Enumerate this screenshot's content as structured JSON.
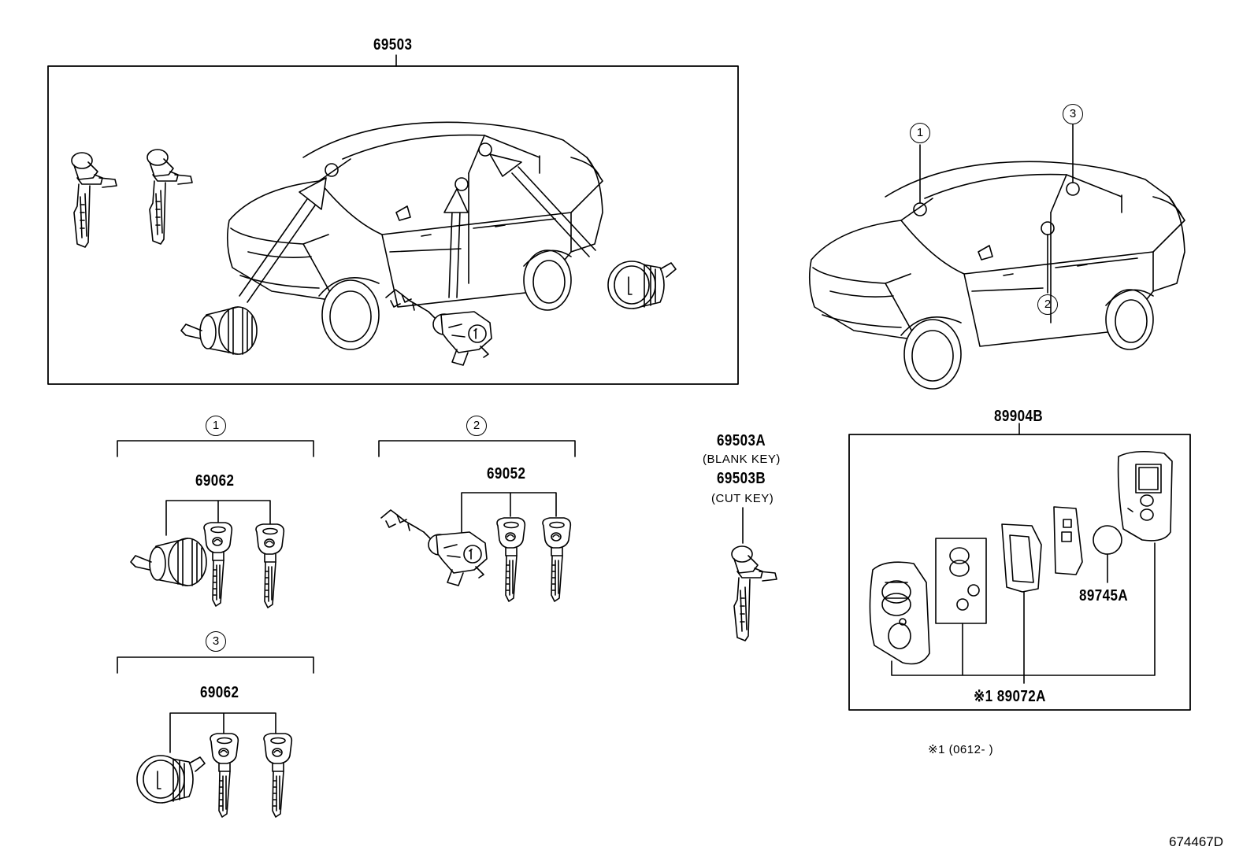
{
  "parts": {
    "p69503": "69503",
    "p69062_a": "69062",
    "p69052": "69052",
    "p69062_b": "69062",
    "p69503A": "69503A",
    "blank_key": "(BLANK KEY)",
    "p69503B": "69503B",
    "cut_key": "(CUT KEY)",
    "p89904B": "89904B",
    "p89745A": "89745A",
    "p89072A": "※1 89072A"
  },
  "callouts": {
    "c1": "1",
    "c2": "2",
    "c3": "3",
    "g1": "1",
    "g2": "2",
    "g3": "3"
  },
  "footnote": "※1 (0612-      )",
  "figure_id": "674467D",
  "colors": {
    "line": "#000000",
    "background": "#ffffff"
  }
}
